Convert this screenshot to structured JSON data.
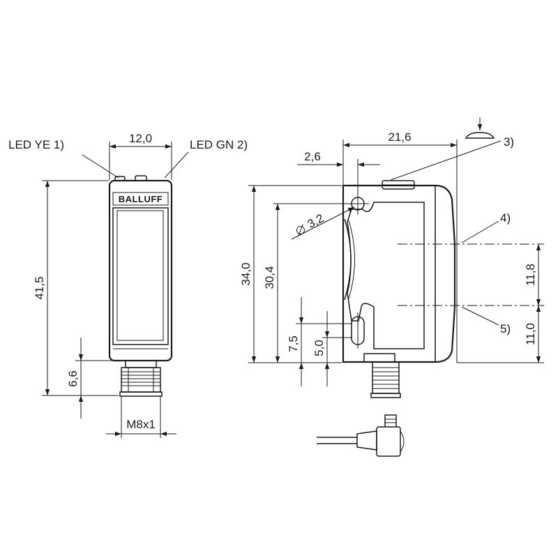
{
  "labels": {
    "led_ye": "LED YE 1)",
    "led_gn": "LED GN 2)",
    "logo": "BALLUFF",
    "ref3": "3)",
    "ref4": "4)",
    "ref5": "5)"
  },
  "dimensions": {
    "width_front": "12,0",
    "height_front": "41,5",
    "connector_length": "6,6",
    "thread": "M8x1",
    "width_side": "21,6",
    "hole_offset": "2,6",
    "hole_diameter": "3,2",
    "height_side": "34,0",
    "hole_spacing": "30,4",
    "lower_offset": "7,5",
    "slot_offset": "5,0",
    "optical_axis_spacing": "11,8",
    "axis_height": "11,0"
  },
  "colors": {
    "line": "#1a1a1a",
    "background": "#ffffff"
  }
}
